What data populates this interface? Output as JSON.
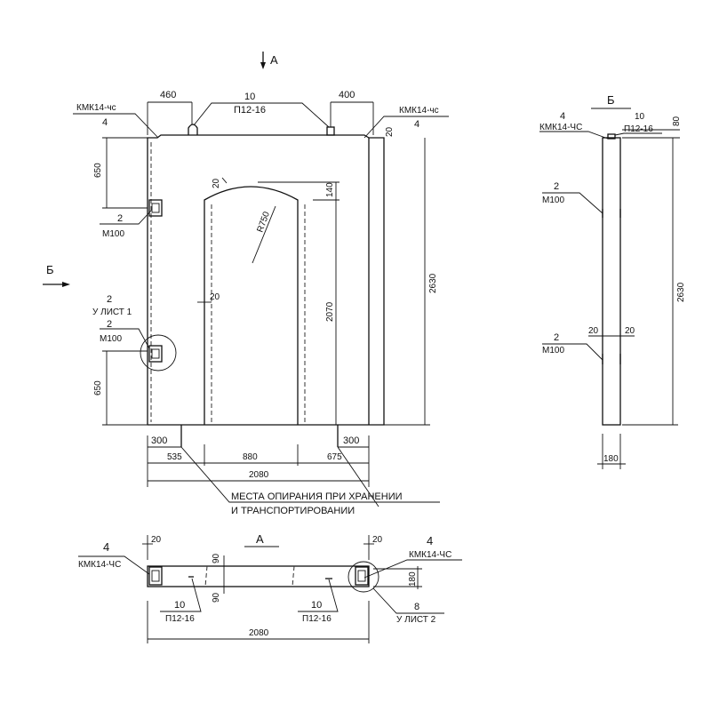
{
  "view_a_marker": "А",
  "view_b_marker": "Б",
  "elevation": {
    "dim_top_left": "460",
    "dim_top_right": "400",
    "loop_count": "10",
    "loop_mark": "П12-16",
    "corner_left_mark": "КМК14-чс",
    "corner_left_count": "4",
    "corner_right_mark": "КМК14-чс",
    "corner_right_count": "4",
    "dim_corner_gap": "20",
    "dim_650_top": "650",
    "dim_650_bottom": "650",
    "insert_upper_count": "2",
    "insert_upper_mark": "М100",
    "node_count": "2",
    "node_ref": "У ЛИСТ 1",
    "insert_lower_count": "2",
    "insert_lower_mark": "М100",
    "arch_gap": "20",
    "arch_radius": "R750",
    "arch_rise": "140",
    "opening_height": "2070",
    "side_gap": "20",
    "total_height": "2630",
    "support_left": "300",
    "support_right": "300",
    "dim_535": "535",
    "dim_880": "880",
    "dim_675": "675",
    "total_width": "2080",
    "support_note_1": "МЕСТА ОПИРАНИЯ ПРИ ХРАНЕНИИ",
    "support_note_2": "И ТРАНСПОРТИРОВАНИИ"
  },
  "plan": {
    "title": "А",
    "gap_left": "20",
    "gap_right": "20",
    "corner_left_count": "4",
    "corner_left_mark": "КМК14-ЧС",
    "corner_right_count": "4",
    "corner_right_mark": "КМК14-ЧС",
    "dim_90_top": "90",
    "dim_90_bottom": "90",
    "thickness": "180",
    "loop_left_count": "10",
    "loop_left_mark": "П12-16",
    "loop_right_count": "10",
    "loop_right_mark": "П12-16",
    "node_count": "8",
    "node_ref": "У ЛИСТ 2",
    "total_width": "2080"
  },
  "side": {
    "title": "Б",
    "corner_count": "4",
    "corner_mark": "КМК14-ЧС",
    "loop_count": "10",
    "loop_mark": "П12-16",
    "dim_80": "80",
    "insert_upper_count": "2",
    "insert_upper_mark": "М100",
    "insert_lower_count": "2",
    "insert_lower_mark": "М100",
    "gap_left": "20",
    "gap_right": "20",
    "total_height": "2630",
    "thickness": "180"
  }
}
